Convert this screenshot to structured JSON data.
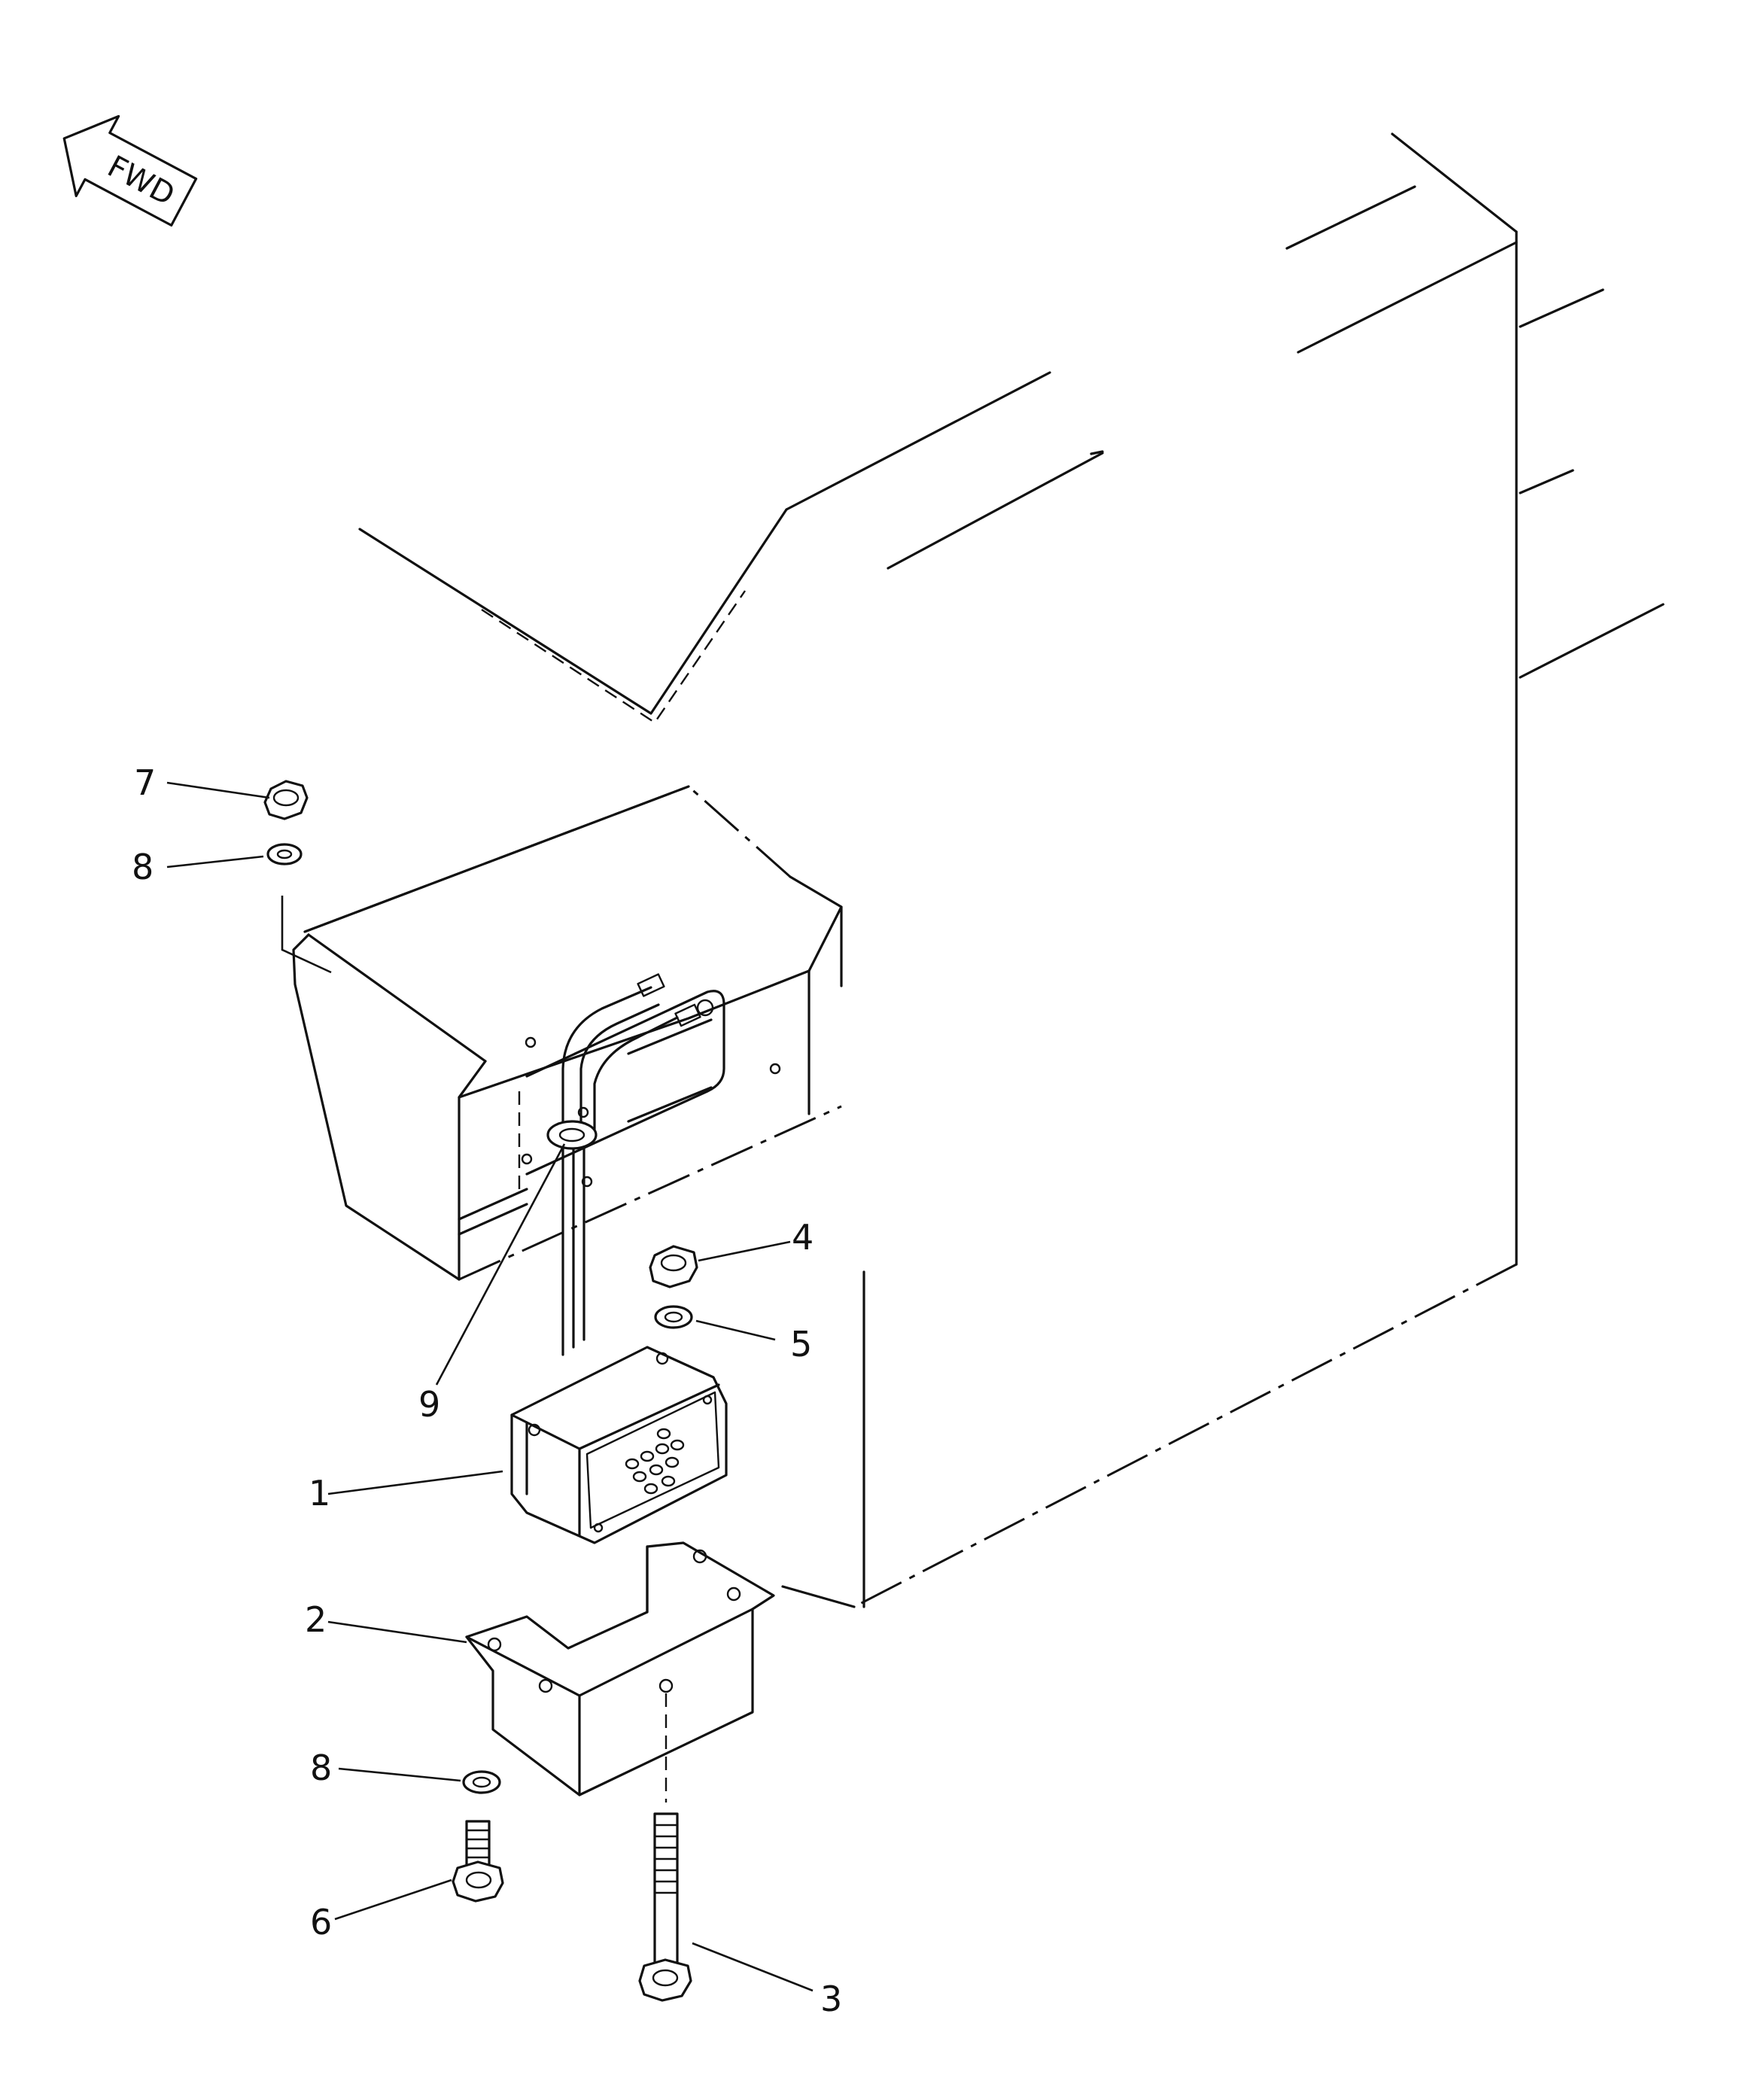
{
  "orientation_badge": {
    "text": "FWD"
  },
  "callouts": [
    {
      "id": "c1",
      "label": "1"
    },
    {
      "id": "c2",
      "label": "2"
    },
    {
      "id": "c3",
      "label": "3"
    },
    {
      "id": "c4",
      "label": "4"
    },
    {
      "id": "c5",
      "label": "5"
    },
    {
      "id": "c6",
      "label": "6"
    },
    {
      "id": "c7",
      "label": "7"
    },
    {
      "id": "c8a",
      "label": "8"
    },
    {
      "id": "c8b",
      "label": "8"
    },
    {
      "id": "c9",
      "label": "9"
    }
  ]
}
